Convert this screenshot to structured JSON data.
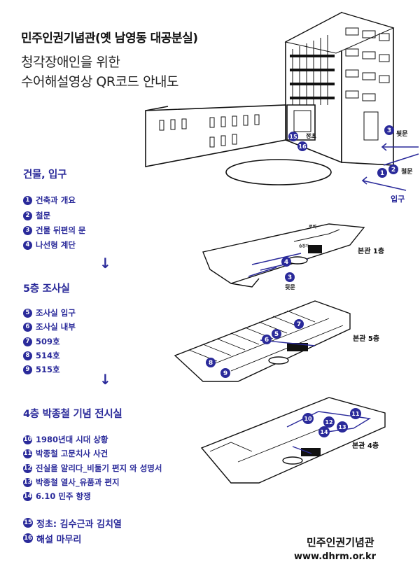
{
  "header": {
    "title": "민주인권기념관(옛 남영동 대공분실)",
    "subtitle_line1": "청각장애인을 위한",
    "subtitle_line2": "수어해설영상 QR코드 안내도"
  },
  "sections": [
    {
      "title": "건물, 입구",
      "items": [
        {
          "num": "1",
          "label": "건축과 개요"
        },
        {
          "num": "2",
          "label": "철문"
        },
        {
          "num": "3",
          "label": "건물 뒤편의 문"
        },
        {
          "num": "4",
          "label": "나선형 계단"
        }
      ]
    },
    {
      "title": "5층 조사실",
      "items": [
        {
          "num": "5",
          "label": "조사실 입구"
        },
        {
          "num": "6",
          "label": "조사실 내부"
        },
        {
          "num": "7",
          "label": "509호"
        },
        {
          "num": "8",
          "label": "514호"
        },
        {
          "num": "9",
          "label": "515호"
        }
      ]
    },
    {
      "title": "4층 박종철 기념 전시실",
      "items": [
        {
          "num": "10",
          "label": "1980년대 시대 상황"
        },
        {
          "num": "11",
          "label": "박종철 고문치사 사건"
        },
        {
          "num": "12",
          "label": "진실을 알리다_비둘기 편지 와 성명서"
        },
        {
          "num": "13",
          "label": "박종철 열사_유품과 편지"
        },
        {
          "num": "14",
          "label": "6.10 민주 항쟁"
        }
      ]
    }
  ],
  "final_items": [
    {
      "num": "15",
      "label": "정초: 김수근과 김치열"
    },
    {
      "num": "16",
      "label": "해설 마무리"
    }
  ],
  "arrow_glyph": "↓",
  "map_labels": {
    "back_door": "뒷문",
    "iron_door": "철문",
    "entrance": "입구",
    "cornerstone": "정초",
    "lobby": "로비",
    "elevator": "승강기",
    "floor1": "본관 1층",
    "floor5": "본관 5층",
    "floor4": "본관 4층"
  },
  "footer": {
    "org": "민주인권기념관",
    "url": "www.dhrm.or.kr"
  },
  "colors": {
    "accent": "#2a2a9a",
    "text": "#111111"
  }
}
